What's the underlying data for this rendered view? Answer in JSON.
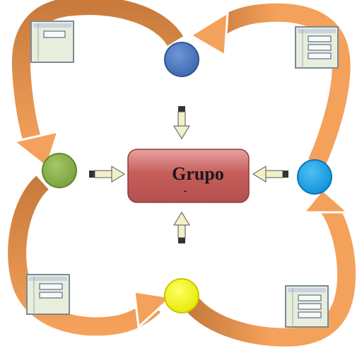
{
  "center_box": {
    "label": "Grupo",
    "sublabel": "-",
    "fill": "#c65d5a",
    "fill_light": "#e7a3a1",
    "stroke": "#8f3b39"
  },
  "nodes": [
    {
      "name": "node-top-blue",
      "color": "#4a78c3"
    },
    {
      "name": "node-left-green",
      "color": "#8db54d"
    },
    {
      "name": "node-right-cyan",
      "color": "#1aa7f0"
    },
    {
      "name": "node-bottom-yellow",
      "color": "#ffff00"
    }
  ],
  "colors": {
    "arrow_light": "#f4a15b",
    "arrow_dark": "#c87b3c",
    "arrow_outline": "#ffffff",
    "doc_fill": "#e8eedb",
    "doc_stroke": "#7a8a98",
    "doc_bar": "#c9d3de",
    "small_arrow_fill": "#f2f0c8",
    "small_arrow_dark": "#333333"
  },
  "document_icons": [
    {
      "name": "document-icon-top-left",
      "lines": 1
    },
    {
      "name": "document-icon-top-right",
      "lines": 3
    },
    {
      "name": "document-icon-bottom-left",
      "lines": 2
    },
    {
      "name": "document-icon-bottom-right",
      "lines": 3
    }
  ]
}
